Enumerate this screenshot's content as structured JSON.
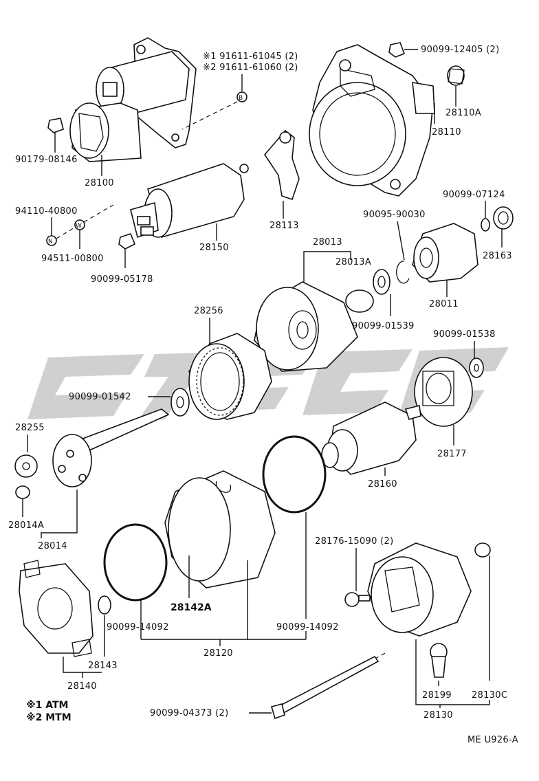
{
  "labels": {
    "p91611_1": "※1 91611-61045 (2)",
    "p91611_2": "※2 91611-61060 (2)",
    "p90099_12405": "90099-12405 (2)",
    "p28110A": "28110A",
    "p28110": "28110",
    "p90179": "90179-08146",
    "p28100": "28100",
    "p28113": "28113",
    "p94110": "94110-40800",
    "p94511": "94511-00800",
    "p90099_05178": "90099-05178",
    "p28150": "28150",
    "p90099_07124": "90099-07124",
    "p90095": "90095-90030",
    "p28163": "28163",
    "p28013": "28013",
    "p28013A": "28013A",
    "p28011": "28011",
    "p90099_01539": "90099-01539",
    "p28256": "28256",
    "p90099_01538": "90099-01538",
    "p90099_01542": "90099-01542",
    "p28255": "28255",
    "p28177": "28177",
    "p28160": "28160",
    "p28014A": "28014A",
    "p28014": "28014",
    "p28176": "28176-15090 (2)",
    "p28142A": "28142A",
    "p90099_14092a": "90099-14092",
    "p90099_14092b": "90099-14092",
    "p28120": "28120",
    "p28143": "28143",
    "p28140": "28140",
    "p28199": "28199",
    "p28130C": "28130C",
    "p28130": "28130",
    "p90099_04373": "90099-04373 (2)",
    "legend1": "※1 ATM",
    "legend2": "※2 MTM",
    "ref": "ME U926-A",
    "circleB": "B",
    "circleN": "N",
    "circleW": "W"
  }
}
